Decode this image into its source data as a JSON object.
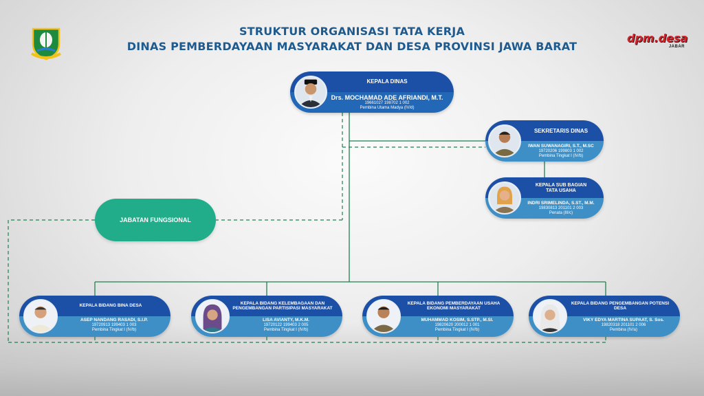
{
  "header": {
    "title_line1": "STRUKTUR ORGANISASI TATA KERJA",
    "title_line2": "DINAS PEMBERDAYAAN MASYARAKAT DAN DESA PROVINSI JAWA BARAT",
    "logo_left": "jawa-barat-crest-icon",
    "logo_right_text": "dpm.desa",
    "logo_right_sub": "JABAR"
  },
  "colors": {
    "title": "#1f5a8f",
    "card_top": "#1c4fa6",
    "card_bottom": "#3d8fc6",
    "functional": "#22ad8a",
    "connector": "#1f7f4f"
  },
  "head": {
    "position": "KEPALA DINAS",
    "name": "Drs. MOCHAMAD ADE AFRIANDI, M.T.",
    "nip": "19661027 198702 1 002",
    "rank": "Pembina Utama Madya (IV/d)"
  },
  "secretary": {
    "position": "SEKRETARIS DINAS",
    "name": "IWAN SUWANAGIRI, S.T., M.SC",
    "nip": "19720206  199803 1 002",
    "rank": "Pembina Tingkat I (IV/b)"
  },
  "subbag": {
    "position_line1": "KEPALA SUB BAGIAN",
    "position_line2": "TATA USAHA",
    "name": "INDRI SRIMELINDA, S.ST., M.M.",
    "nip": "19830813 201101 2 003",
    "rank": "Penata (III/c)"
  },
  "functional": {
    "label": "JABATAN FUNGSIONAL"
  },
  "divisions": [
    {
      "position": "KEPALA BIDANG BINA DESA",
      "name": "ASEP NANDANG RASADI, S.I.P.",
      "nip": "19720913 199403 1 003",
      "rank": "Pembina Tingkat I (IV/b)"
    },
    {
      "position": "KEPALA BIDANG KELEMBAGAAN DAN PENGEMBANGAN PARTISIPASI MASYARAKAT",
      "name": "LISA AVIANTY, M.K.M.",
      "nip": "19720122 199403 2 005",
      "rank": "Pembina Tingkat I (IV/b)"
    },
    {
      "position": "KEPALA BIDANG PEMBERDAYAAN USAHA EKONOMI MASYARAKAT",
      "name": "MUHAMMAD KOSIM, S.STP., M.SI.",
      "nip": "19820620 200012 1 001",
      "rank": "Pembina Tingkat I (IV/b)"
    },
    {
      "position": "KEPALA BIDANG PENGEMBANGAN POTENSI DESA",
      "name": "VIKY EDYA MARTINA SUPAAT, S. Sos.",
      "nip": "19820318 201101 2 006",
      "rank": "Pembina (IV/a)"
    }
  ]
}
